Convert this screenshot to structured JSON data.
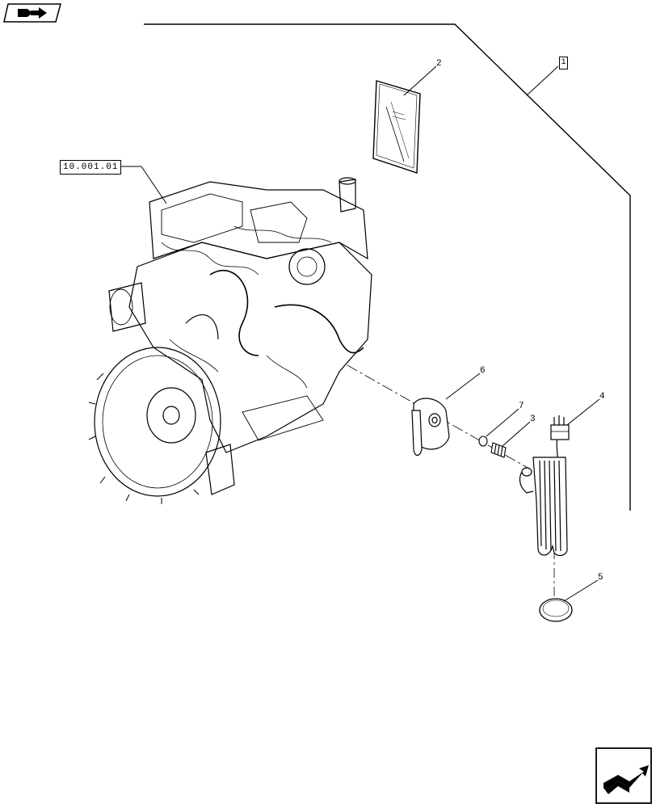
{
  "nav": {
    "top_icon": "book-arrow-icon",
    "bottom_icon": "next-page-arrow-icon"
  },
  "references": {
    "engine_ref": "10.001.01",
    "kit_ref": "1"
  },
  "callouts": {
    "c2": "2",
    "c3": "3",
    "c4": "4",
    "c5": "5",
    "c6": "6",
    "c7": "7"
  }
}
